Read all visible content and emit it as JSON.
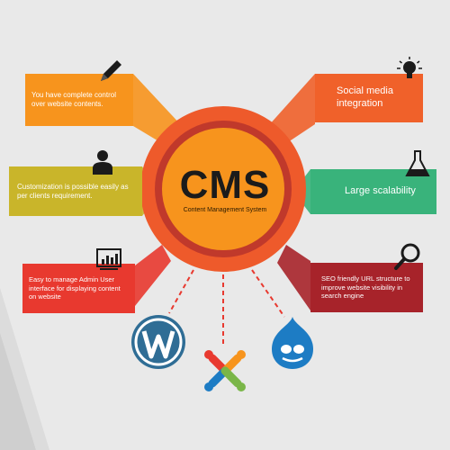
{
  "center": {
    "title": "CMS",
    "subtitle": "Content Management System"
  },
  "features": {
    "control": "You have complete control over website contents.",
    "customization": "Customization is possible easily as per clients requirement.",
    "admin": "Easy to manage Admin User interface for displaying content on website",
    "social": "Social media integration",
    "scalability": "Large scalability",
    "seo": "SEO friendly URL structure to improve website visibility in search engine"
  },
  "colors": {
    "control": "#f7941d",
    "customization": "#c9b52a",
    "admin": "#e8392f",
    "social": "#f0612a",
    "scalability": "#39b37b",
    "seo": "#a7232a",
    "ring_outer": "#ee5a2b",
    "ring_inner": "#c0392b",
    "core": "#f7941d"
  },
  "icons": [
    "pencil-icon",
    "user-icon",
    "monitor-chart-icon",
    "lightbulb-icon",
    "flask-icon",
    "magnifier-icon",
    "wordpress-logo",
    "joomla-logo",
    "drupal-logo"
  ]
}
